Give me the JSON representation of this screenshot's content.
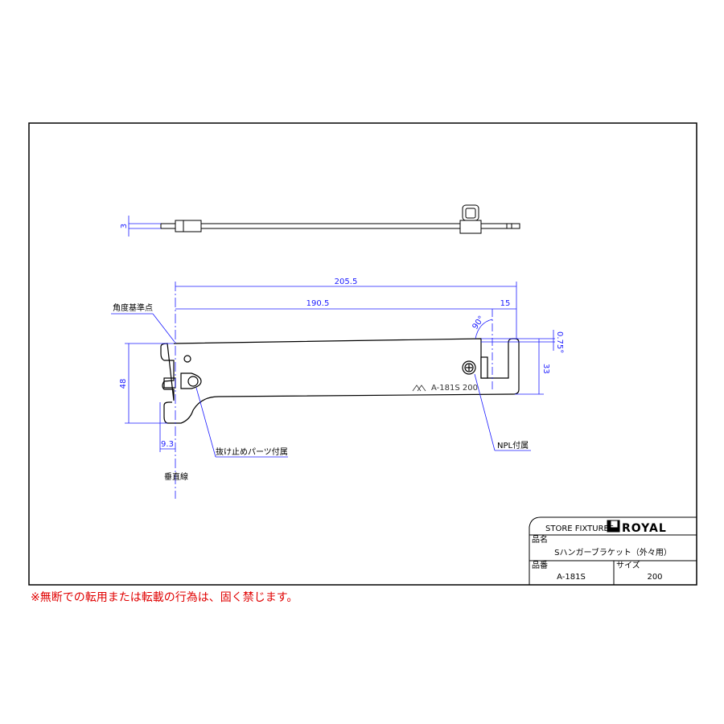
{
  "drawing": {
    "dimensions": {
      "thickness": "3",
      "overall_length": "205.5",
      "inner_length": "190.5",
      "hook_width": "15",
      "angle": "90°",
      "tilt": "0.75°",
      "hook_height": "33",
      "height": "48",
      "offset": "9.3"
    },
    "labels": {
      "angle_reference": "角度基準点",
      "vertical_line": "垂直線",
      "stopper_part": "抜け止めパーツ付属",
      "npl": "NPL付属",
      "stamp": "A-181S  200"
    }
  },
  "title_block": {
    "company": "STORE FIXTURES",
    "brand": "ROYAL",
    "name_label": "品名",
    "name": "Sハンガーブラケット（外々用）",
    "number_label": "品番",
    "number": "A-181S",
    "size_label": "サイズ",
    "size": "200"
  },
  "notice": "※無断での転用または転載の行為は、固く禁じます。",
  "colors": {
    "dimension": "#1a1aff",
    "notice": "#e00000"
  }
}
